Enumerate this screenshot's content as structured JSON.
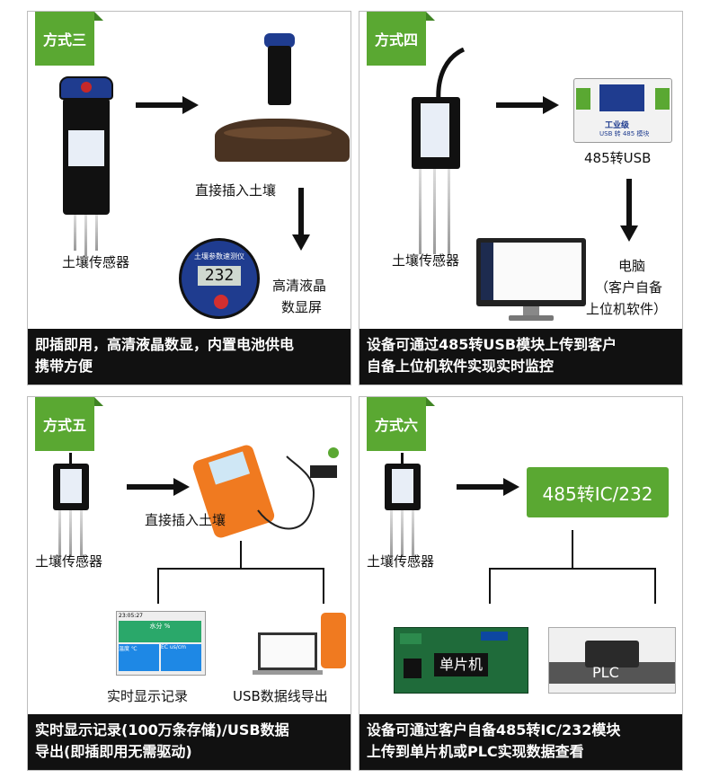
{
  "panels": [
    {
      "tag": "方式三",
      "caption": [
        "即插即用，高清液晶数显，内置电池供电",
        "携带方便"
      ],
      "labels": {
        "sensor": "土壤传感器",
        "insert": "直接插入土壤",
        "lcd": [
          "高清液晶",
          "数显屏"
        ]
      },
      "device": {
        "header": "土壤参数速测仪",
        "reading": "232"
      }
    },
    {
      "tag": "方式四",
      "caption": [
        "设备可通过485转USB模块上传到客户",
        "自备上位机软件实现实时监控"
      ],
      "labels": {
        "sensor": "土壤传感器",
        "module": "485转USB",
        "pc": [
          "电脑",
          "（客户自备",
          "上位机软件）"
        ]
      },
      "module_text": [
        "工业级",
        "USB 转 485 模块"
      ]
    },
    {
      "tag": "方式五",
      "caption": [
        "实时显示记录(100万条存储)/USB数据",
        "导出(即插即用无需驱动)"
      ],
      "labels": {
        "sensor": "土壤传感器",
        "insert": "直接插入土壤",
        "display": "实时显示记录",
        "usb": "USB数据线导出"
      },
      "screen": {
        "time": "23:05:27",
        "row1": "水分 %",
        "row2a": "温度 ℃",
        "row2b": "EC us/cm"
      }
    },
    {
      "tag": "方式六",
      "caption": [
        "设备可通过客户自备485转IC/232模块",
        "上传到单片机或PLC实现数据查看"
      ],
      "labels": {
        "sensor": "土壤传感器",
        "converter": "485转IC/232",
        "mcu": "单片机",
        "plc": "PLC"
      }
    }
  ],
  "colors": {
    "accent": "#5aa832",
    "caption_bg": "#111111"
  }
}
